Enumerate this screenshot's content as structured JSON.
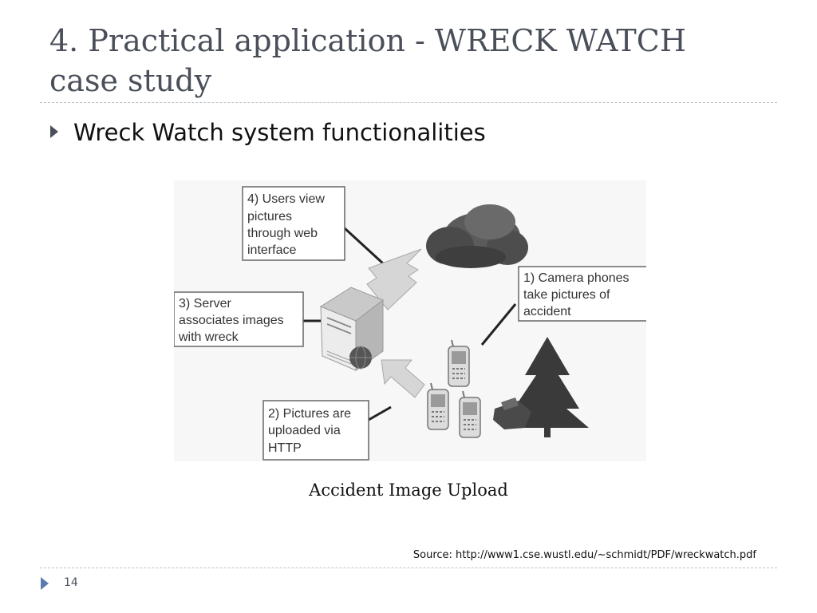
{
  "slide": {
    "title_lines": [
      "4. Practical application - WRECK WATCH",
      "case study"
    ],
    "bullet": "Wreck Watch system functionalities",
    "caption": "Accident Image Upload",
    "source": "Source: http://www1.cse.wustl.edu/~schmidt/PDF/wreckwatch.pdf",
    "page_number": "14"
  },
  "diagram": {
    "box4": [
      "4) Users view",
      "pictures",
      "through web",
      "interface"
    ],
    "box3": [
      "3) Server",
      "associates images",
      "with wreck"
    ],
    "box1": [
      "1) Camera phones",
      "take pictures of",
      "accident"
    ],
    "box2": [
      "2) Pictures are",
      "uploaded via",
      "HTTP"
    ],
    "icons": [
      "cloud-icon",
      "server-icon",
      "globe-icon",
      "phone-icon",
      "tree-icon",
      "wrecked-car-icon"
    ]
  },
  "colors": {
    "title": "#4a4f5a",
    "text": "#111111",
    "bullet_arrow": "#4a4f5a",
    "footer_arrow": "#5b7bb0",
    "rule": "#b9c3c7"
  }
}
